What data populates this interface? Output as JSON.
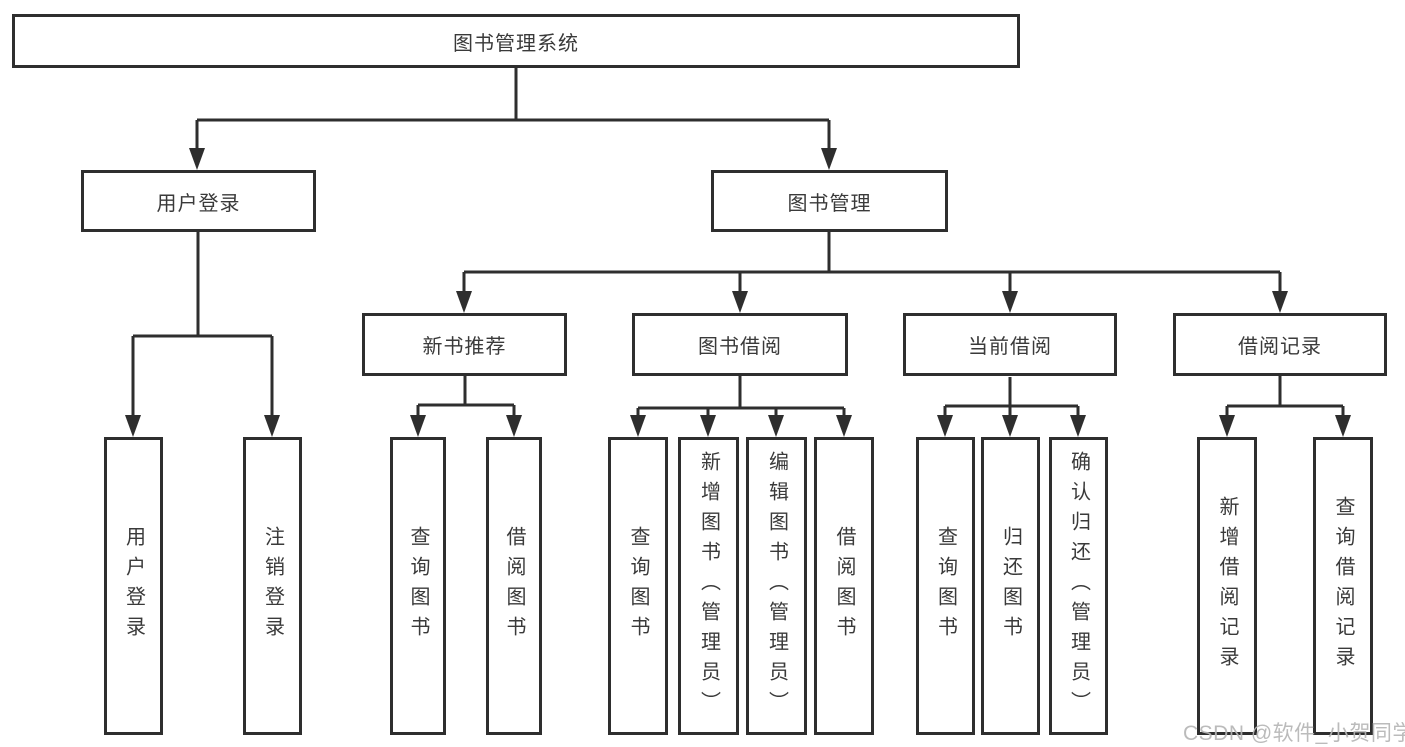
{
  "title": {
    "label": "图书管理系统"
  },
  "level2": [
    {
      "id": "user-login",
      "label": "用户登录"
    },
    {
      "id": "book-management",
      "label": "图书管理"
    }
  ],
  "level3": [
    {
      "id": "new-book-recommend",
      "label": "新书推荐",
      "parent": "图书管理"
    },
    {
      "id": "book-borrowing",
      "label": "图书借阅",
      "parent": "图书管理"
    },
    {
      "id": "current-borrowing",
      "label": "当前借阅",
      "parent": "图书管理"
    },
    {
      "id": "borrowing-records",
      "label": "借阅记录",
      "parent": "图书管理"
    }
  ],
  "leaves": [
    {
      "label": "用户登录",
      "parent": "用户登录"
    },
    {
      "label": "注销登录",
      "parent": "用户登录"
    },
    {
      "label": "查询图书",
      "parent": "新书推荐"
    },
    {
      "label": "借阅图书",
      "parent": "新书推荐"
    },
    {
      "label": "查询图书",
      "parent": "图书借阅"
    },
    {
      "label": "新增图书（管理员）",
      "parent": "图书借阅"
    },
    {
      "label": "编辑图书（管理员）",
      "parent": "图书借阅"
    },
    {
      "label": "借阅图书",
      "parent": "图书借阅"
    },
    {
      "label": "查询图书",
      "parent": "当前借阅"
    },
    {
      "label": "归还图书",
      "parent": "当前借阅"
    },
    {
      "label": "确认归还（管理员）",
      "parent": "当前借阅"
    },
    {
      "label": "新增借阅记录",
      "parent": "借阅记录"
    },
    {
      "label": "查询借阅记录",
      "parent": "借阅记录"
    }
  ],
  "watermark": {
    "text": "CSDN @软件_小贺同学"
  },
  "colors": {
    "line": "#2e2e2e",
    "box_border": "#2e2e2e",
    "box_fill": "#ffffff",
    "text": "#3a3a3a",
    "watermark": "#b6b6b6",
    "background": "#ffffff"
  }
}
